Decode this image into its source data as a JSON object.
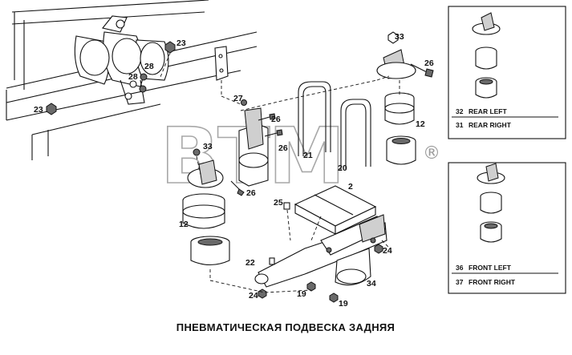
{
  "watermark": {
    "text": "BTM",
    "mark": "®"
  },
  "caption": "ПНЕВМАТИЧЕСКАЯ ПОДВЕСКА ЗАДНЯЯ",
  "labels": {
    "l23a": "23",
    "l23b": "23",
    "l28a": "28",
    "l28b": "28",
    "l33a": "33",
    "l33b": "33",
    "l26a": "26",
    "l26b": "26",
    "l26c": "26",
    "l26d": "26",
    "l27": "27",
    "l12a": "12",
    "l12b": "12",
    "l21": "21",
    "l20": "20",
    "l2": "2",
    "l25": "25",
    "l22": "22",
    "l24a": "24",
    "l24b": "24",
    "l19a": "19",
    "l19b": "19",
    "l34": "34"
  },
  "rear_box": {
    "left_num": "32",
    "left_text": "REAR LEFT",
    "right_num": "31",
    "right_text": "REAR RIGHT"
  },
  "front_box": {
    "left_num": "36",
    "left_text": "FRONT LEFT",
    "right_num": "37",
    "right_text": "FRONT RIGHT"
  }
}
